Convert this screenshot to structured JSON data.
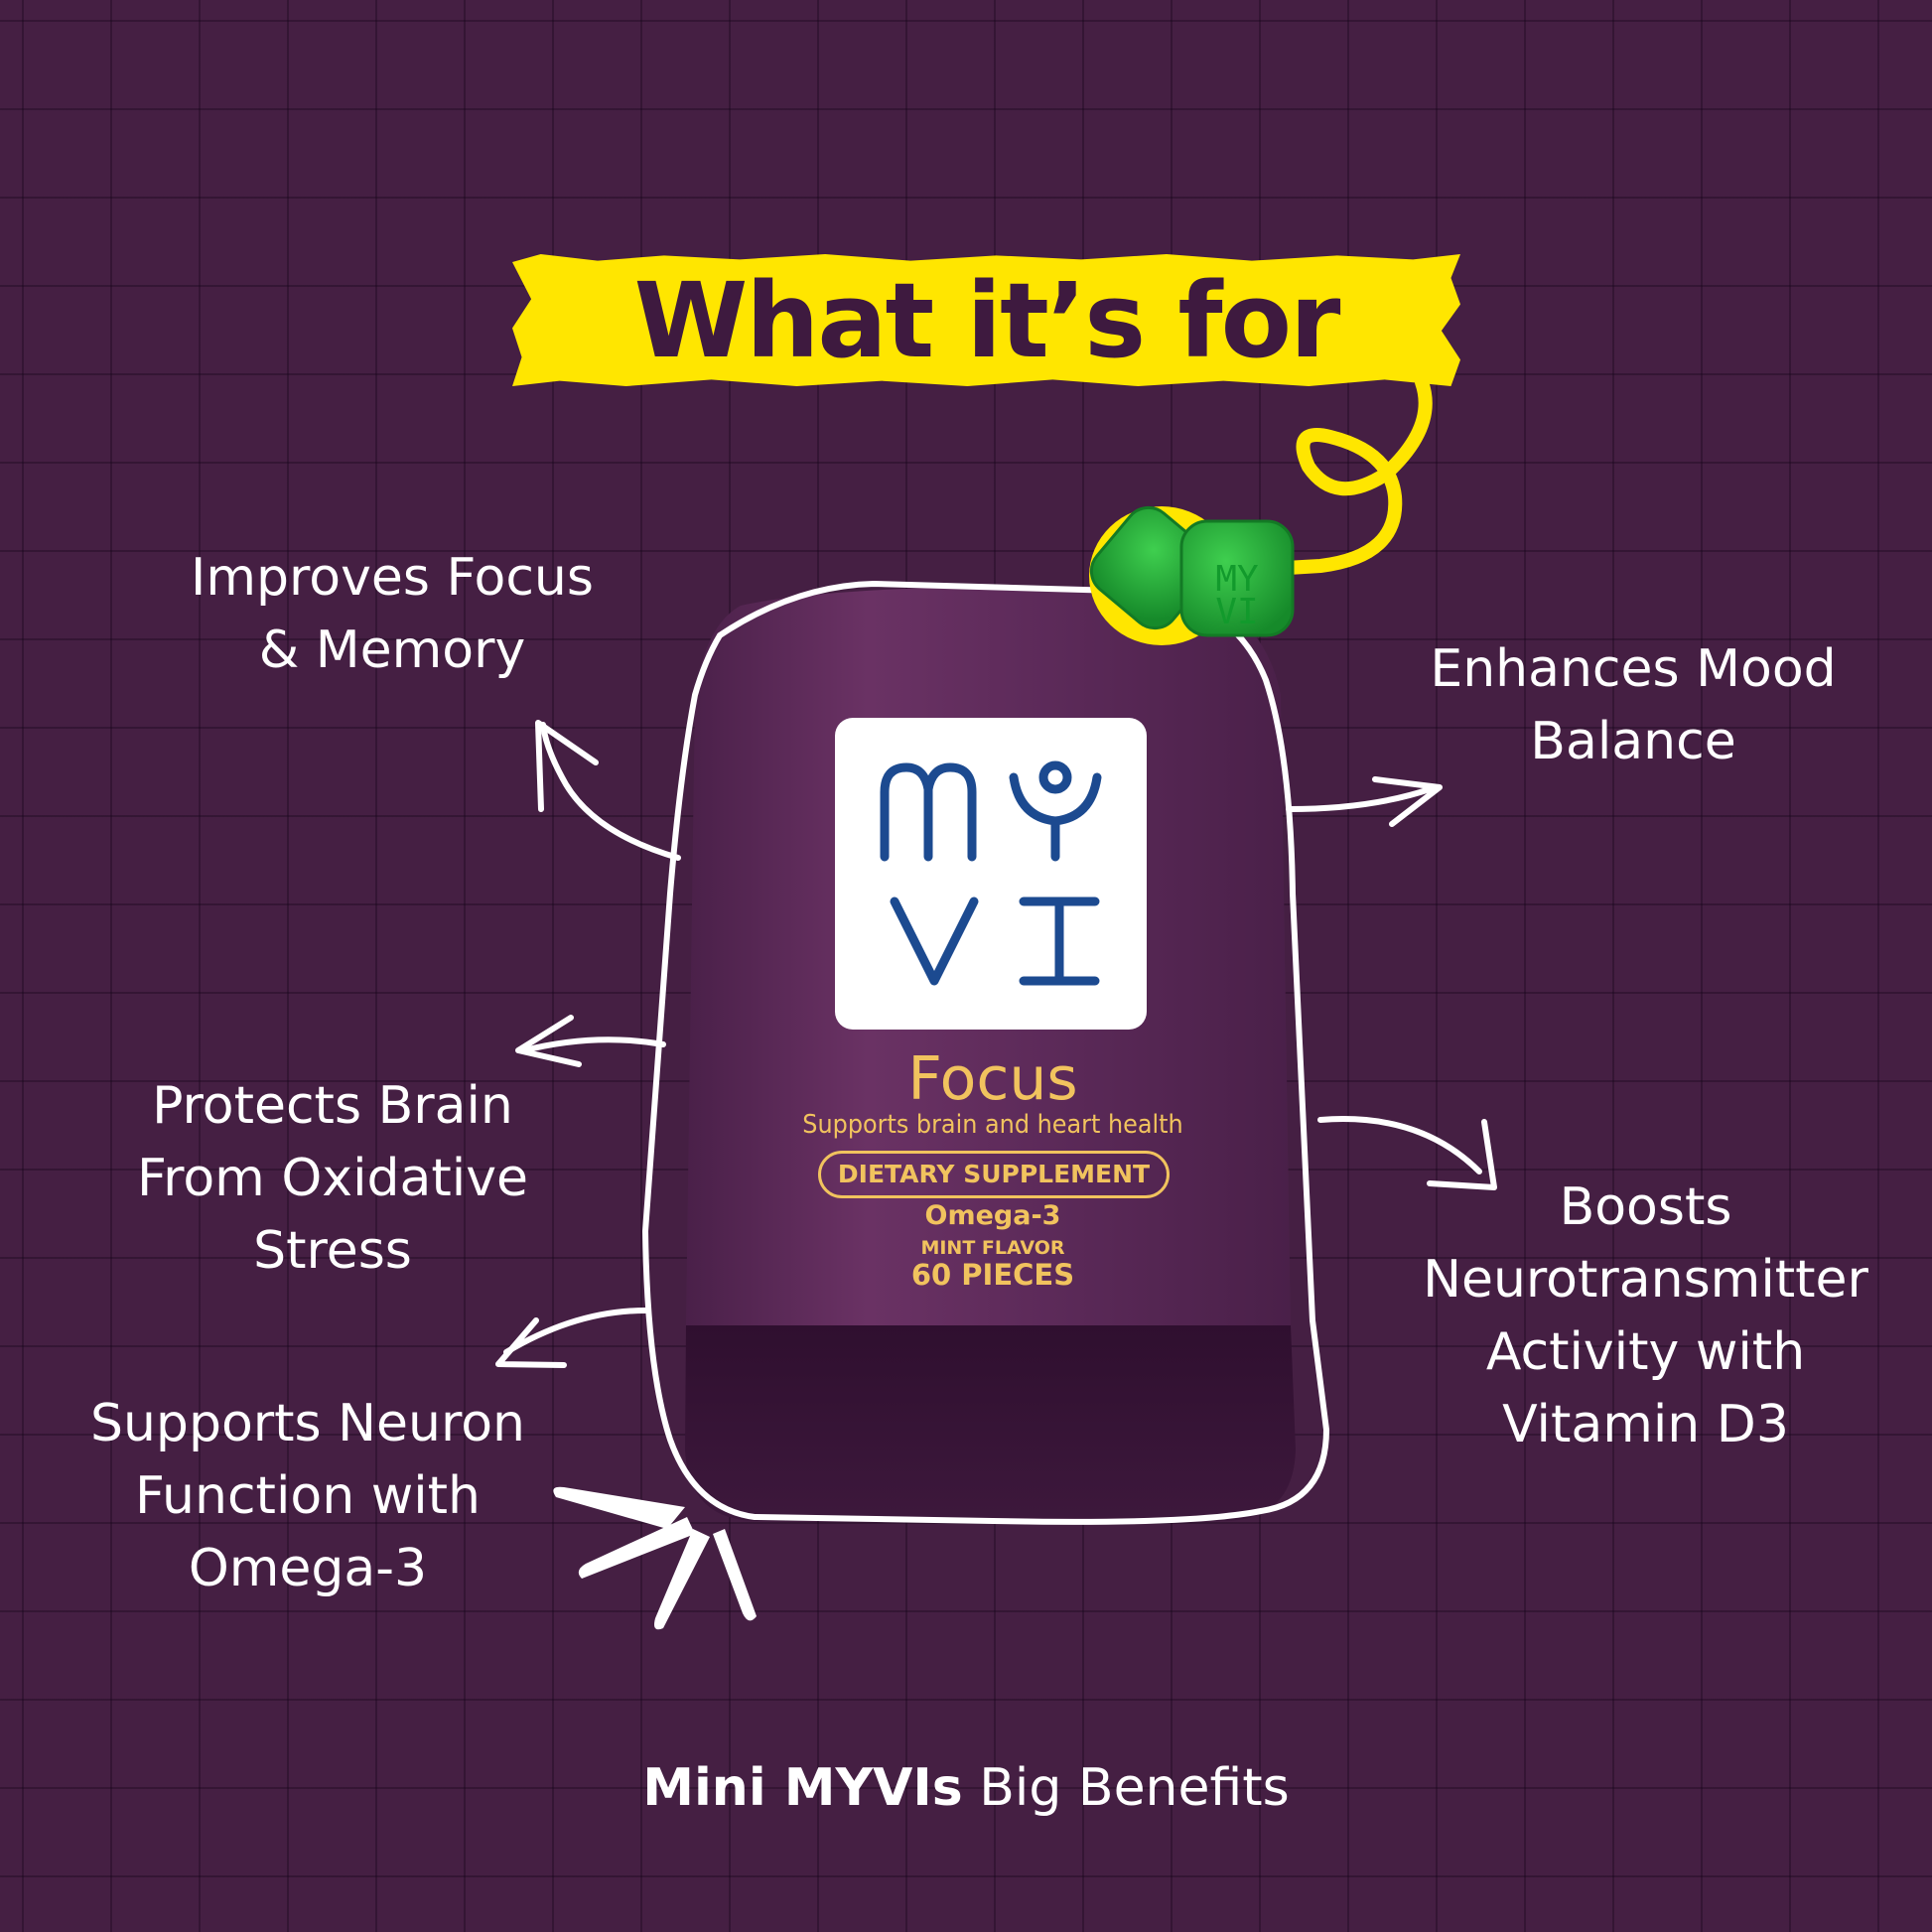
{
  "headline": "What it’s for",
  "benefits": {
    "focus_memory": "Improves Focus\n& Memory",
    "mood_balance": "Enhances Mood\nBalance",
    "oxidative_stress": "Protects Brain\nFrom Oxidative\nStress",
    "neurotransmitter": "Boosts\nNeurotransmitter\nActivity with\nVitamin D3",
    "neuron_function": "Supports Neuron\nFunction with\nOmega-3"
  },
  "product": {
    "brand_logo": "MYVI",
    "name": "Focus",
    "tagline": "Supports brain and heart health",
    "type": "DIETARY SUPPLEMENT",
    "nutrient": "Omega-3",
    "flavor": "MINT FLAVOR",
    "count": "60 PIECES"
  },
  "footer": {
    "bold": "Mini MYVIs",
    "regular": " Big Benefits"
  },
  "colors": {
    "background": "#451f43",
    "banner": "#ffe600",
    "banner_text": "#3e1a3f",
    "jar": "#5e2b5b",
    "label_gold": "#f1c35e",
    "logo_blue": "#1c4a90",
    "gummy_green": "#27a63a"
  },
  "icons": [
    "arrow-icon",
    "gummy-icon",
    "sparkle-icon"
  ]
}
